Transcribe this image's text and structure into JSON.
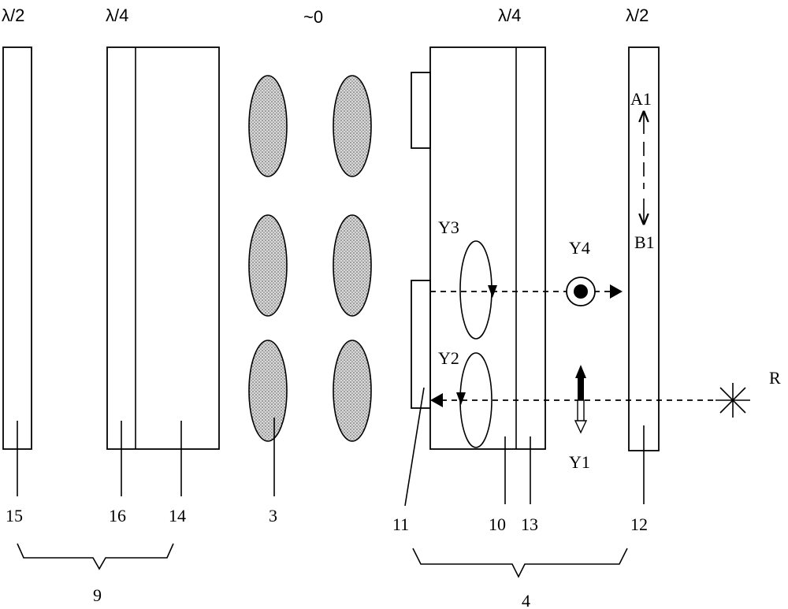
{
  "retardation_labels": {
    "left_half_wave": "λ/2",
    "left_quarter_wave": "λ/4",
    "zero": "~0",
    "right_quarter_wave": "λ/4",
    "right_half_wave": "λ/2"
  },
  "component_numbers": {
    "n15": "15",
    "n16": "16",
    "n14": "14",
    "n3": "3",
    "n11": "11",
    "n10": "10",
    "n13": "13",
    "n12": "12"
  },
  "group_numbers": {
    "g9": "9",
    "g4": "4"
  },
  "light_labels": {
    "a1": "A1",
    "b1": "B1",
    "y1": "Y1",
    "y2": "Y2",
    "y3": "Y3",
    "y4": "Y4",
    "r": "R"
  }
}
